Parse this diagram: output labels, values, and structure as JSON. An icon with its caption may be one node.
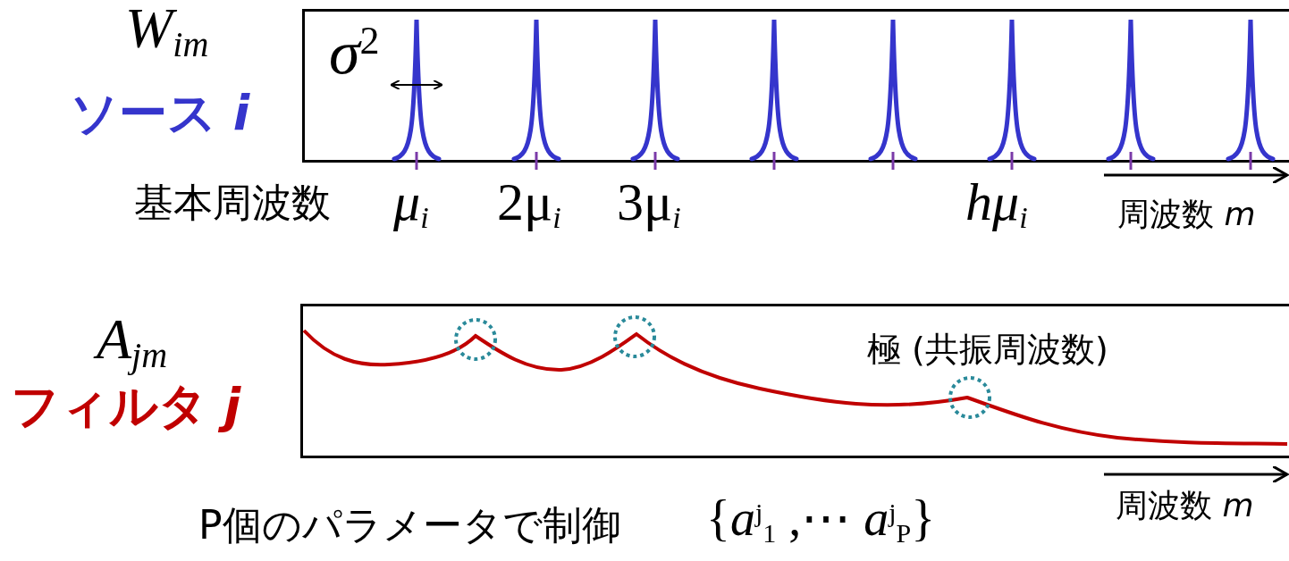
{
  "diagram": {
    "labels": [
      "W$_{im}$",
      "ソース *i*",
      "σ$^{2}$",
      "基本周波数",
      "*μ*$_{i}$",
      "2μ$_{i}$",
      "3μ$_{i}$",
      "*hμ*$_{i}$",
      "周波数 *m*",
      "A$_{jm}$",
      "フィルタ *j*",
      "極 (共振周波数)",
      "周波数 *m*",
      "P個のパラメータで制御",
      "{*a*$^{j}$$_{1}$ ,⋯ *a*$^{j}$$_{P}$}"
    ]
  }
}
